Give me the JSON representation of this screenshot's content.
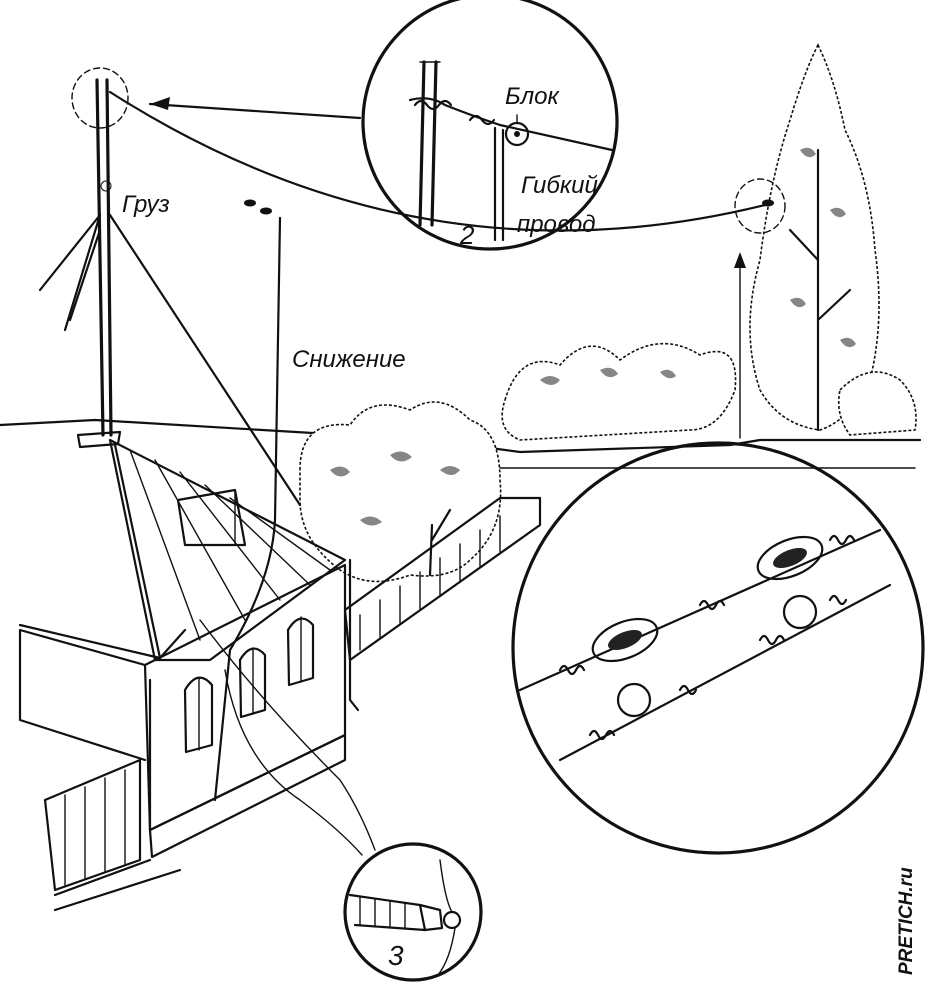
{
  "labels": {
    "weight": "Груз",
    "downlead": "Снижение",
    "pulley": "Блок",
    "flex_wire_1": "Гибкий",
    "flex_wire_2": "провод",
    "inset2_number": "2",
    "inset3_number": "3"
  },
  "watermark": "PRETICH.ru",
  "colors": {
    "ink": "#111111",
    "paper": "#ffffff"
  }
}
